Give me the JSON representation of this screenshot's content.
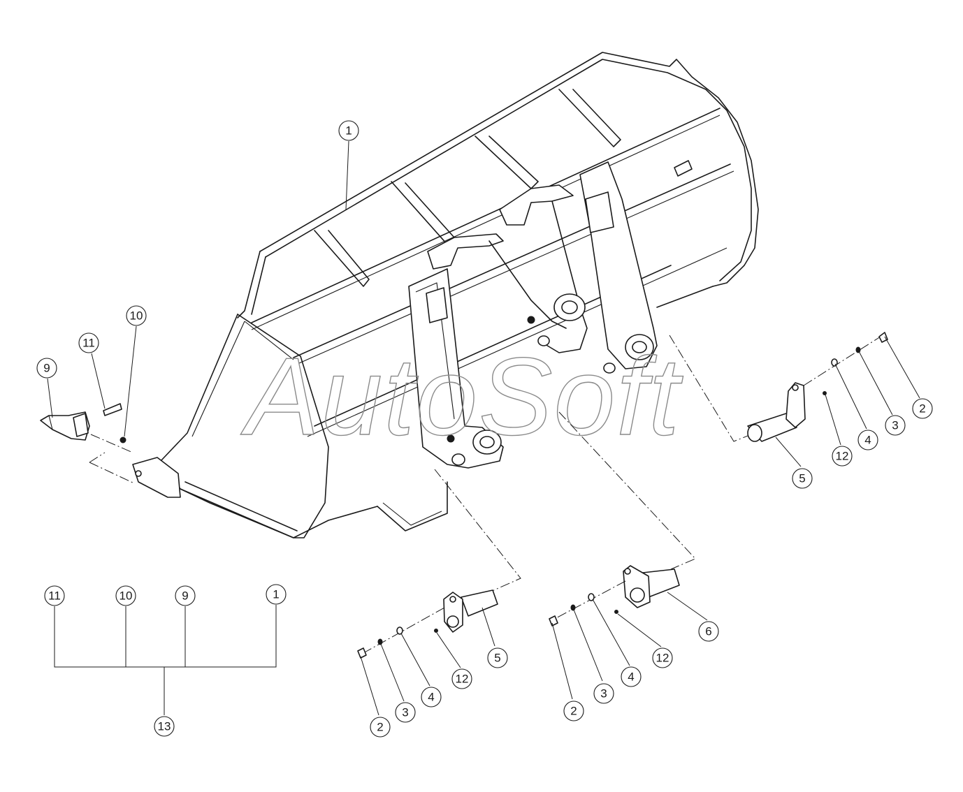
{
  "watermark": "AutoSoft",
  "callouts": [
    {
      "id": "c1-top",
      "label": "1"
    },
    {
      "id": "c2-right",
      "label": "2"
    },
    {
      "id": "c3-right",
      "label": "3"
    },
    {
      "id": "c4-right",
      "label": "4"
    },
    {
      "id": "c12-right",
      "label": "12"
    },
    {
      "id": "c5-right",
      "label": "5"
    },
    {
      "id": "c9-left",
      "label": "9"
    },
    {
      "id": "c11-left",
      "label": "11"
    },
    {
      "id": "c10-left",
      "label": "10"
    },
    {
      "id": "c5-mid",
      "label": "5"
    },
    {
      "id": "c12-mid",
      "label": "12"
    },
    {
      "id": "c4-mid",
      "label": "4"
    },
    {
      "id": "c3-mid",
      "label": "3"
    },
    {
      "id": "c2-mid",
      "label": "2"
    },
    {
      "id": "c6-low",
      "label": "6"
    },
    {
      "id": "c12-low",
      "label": "12"
    },
    {
      "id": "c4-low",
      "label": "4"
    },
    {
      "id": "c3-low",
      "label": "3"
    },
    {
      "id": "c2-low",
      "label": "2"
    },
    {
      "id": "c11-tree",
      "label": "11"
    },
    {
      "id": "c10-tree",
      "label": "10"
    },
    {
      "id": "c9-tree",
      "label": "9"
    },
    {
      "id": "c1-tree",
      "label": "1"
    },
    {
      "id": "c13-tree",
      "label": "13"
    }
  ]
}
